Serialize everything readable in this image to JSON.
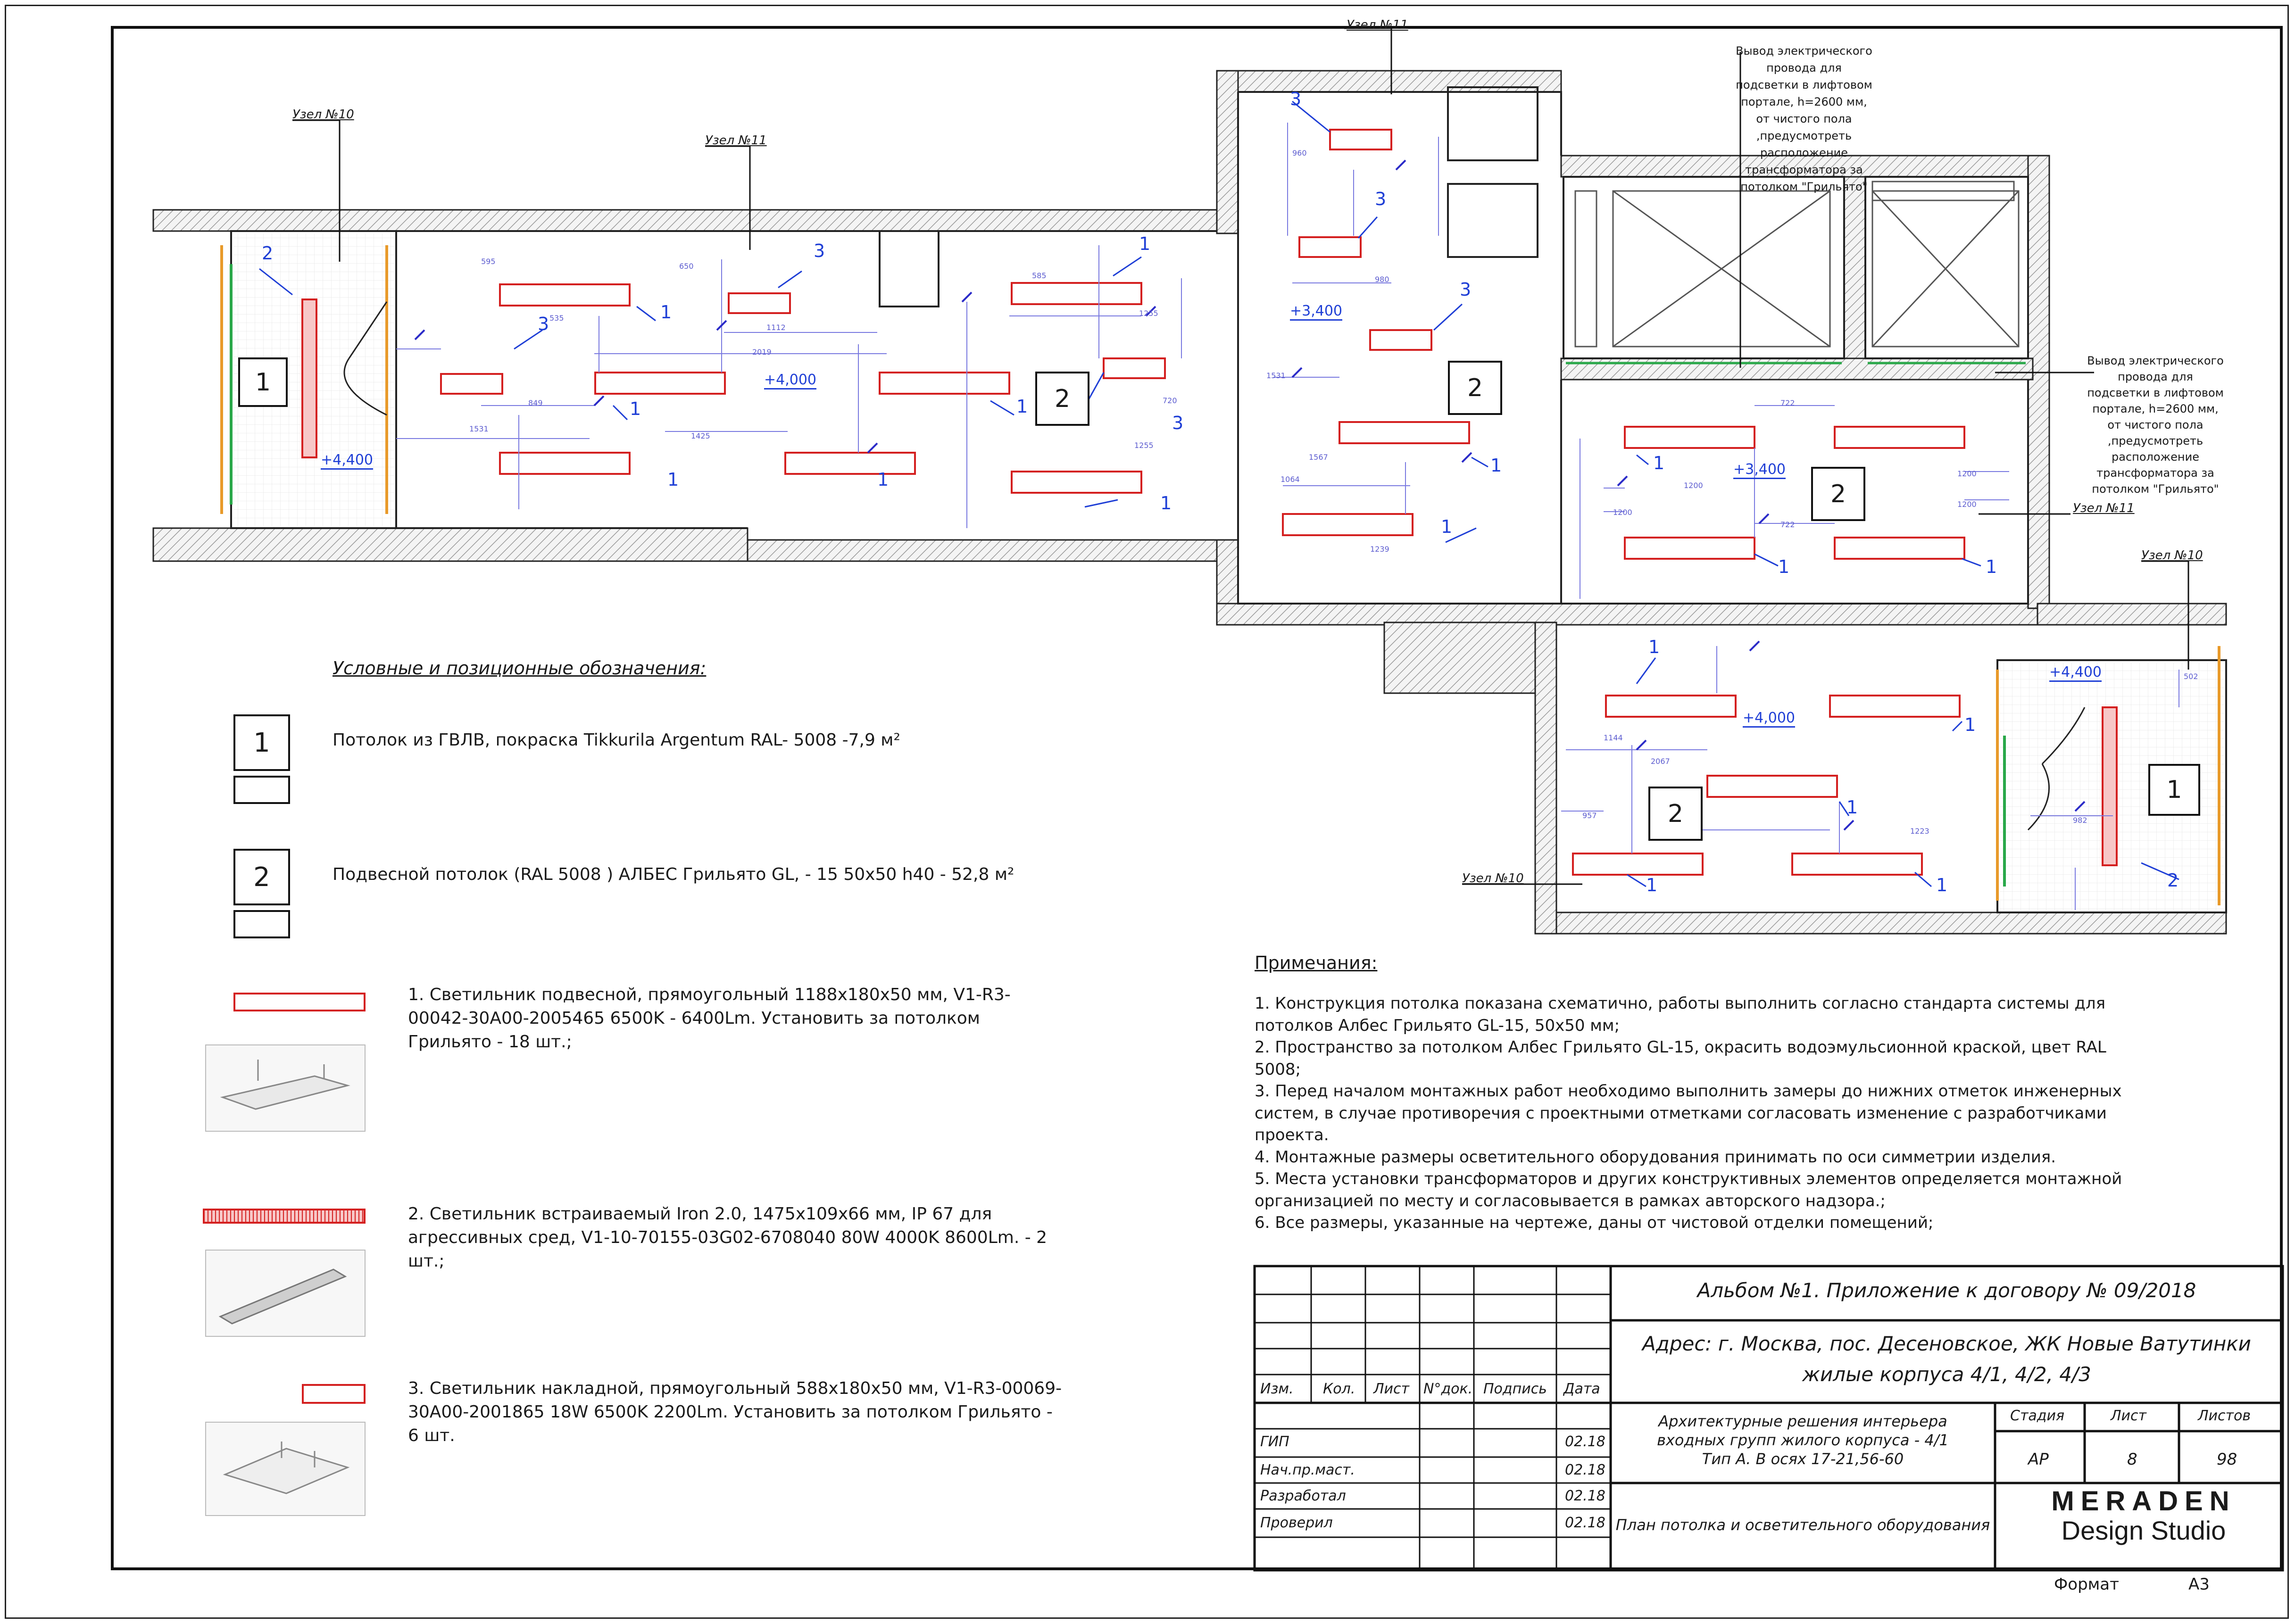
{
  "plan": {
    "node_labels": {
      "node10_left": "Узел №10",
      "node11_a": "Узел №11",
      "node11_top": "Узел №11",
      "node11_right": "Узел №11",
      "node10_right": "Узел №10",
      "node10_bottom": "Узел №10"
    },
    "zone_labels": {
      "z1": "1",
      "z2": "2"
    },
    "fixture_marks": {
      "m1": "1",
      "m2": "2",
      "m3": "3"
    },
    "elevations": {
      "e4400": "+4,400",
      "e4000": "+4,000",
      "e3400": "+3,400"
    },
    "callout_top": "Вывод электрического провода для подсветки в лифтовом портале, h=2600 мм, от чистого пола ,предусмотреть расположение трансформатора за потолком \"Грильято\"",
    "callout_right": "Вывод электрического провода для подсветки в лифтовом портале, h=2600 мм, от чистого пола ,предусмотреть расположение трансформатора за потолком \"Грильято\"",
    "colors": {
      "fixture": "#d42020",
      "mark": "#1f3fd6",
      "dim": "#6a6ad8",
      "wall": "#cfcfcf",
      "window": "#e89a2a",
      "glass": "#2aa84a"
    }
  },
  "legend": {
    "title": "Условные и позиционные обозначения:",
    "item1_num": "1",
    "item1_text": "Потолок из ГВЛВ, покраска Tikkurila Argentum RAL- 5008  -7,9 м²",
    "item2_num": "2",
    "item2_text": "Подвесной потолок (RAL 5008 ) АЛБЕС Грильято GL, - 15 50х50 h40  - 52,8 м²",
    "fixture1_text": "1. Светильник подвесной, прямоугольный 1188х180х50 мм, V1-R3-00042-30A00-2005465 6500K - 6400Lm. Установить за потолком Грильято  - 18 шт.;",
    "fixture2_text": "2. Светильник встраиваемый Iron 2.0, 1475х109х66 мм, IP 67 для агрессивных сред, V1-10-70155-03G02-6708040 80W 4000K 8600Lm. - 2 шт.;",
    "fixture3_text": "3. Светильник накладной, прямоугольный 588х180х50 мм, V1-R3-00069-30A00-2001865 18W 6500K 2200Lm. Установить за потолком Грильято - 6 шт."
  },
  "notes": {
    "title": "Примечания:",
    "items": [
      "1. Конструкция потолка показана схематично, работы выполнить согласно стандарта системы для потолков Албес Грильято GL-15, 50х50 мм;",
      "2. Пространство за потолком Албес Грильято GL-15, окрасить водоэмульсионной краской, цвет RAL 5008;",
      "3. Перед началом монтажных работ необходимо выполнить замеры до нижних отметок инженерных систем, в случае противоречия с проектными отметками согласовать изменение с разработчиками проекта.",
      "4. Монтажные размеры осветительного оборудования принимать по оси симметрии изделия.",
      "5. Места установки трансформаторов и других конструктивных элементов определяется монтажной организацией по месту и согласовывается в рамках авторского надзора.;",
      "6. Все размеры, указанные на чертеже, даны от чистовой отделки помещений;"
    ]
  },
  "title_block": {
    "album": "Альбом №1. Приложение к договору № 09/2018",
    "address_line1": "Адрес: г. Москва, пос. Десеновское, ЖК Новые Ватутинки",
    "address_line2": "жилые корпуса 4/1, 4/2, 4/3",
    "col_izm": "Изм.",
    "col_kol": "Кол.",
    "col_list": "Лист",
    "col_ndok": "N°док.",
    "col_podpis": "Подпись",
    "col_data": "Дата",
    "role1": "ГИП",
    "role2": "Нач.пр.маст.",
    "role3": "Разработал",
    "role4": "Проверил",
    "date": "02.18",
    "project_line1": "Архитектурные решения интерьера",
    "project_line2": "входных групп жилого корпуса  - 4/1",
    "project_line3": "Тип А. В осях 17-21,56-60",
    "sheet_title": "План потолка и осветительного оборудования",
    "stage_label": "Стадия",
    "sheet_label": "Лист",
    "sheets_label": "Листов",
    "stage": "АР",
    "sheet": "8",
    "sheets": "98",
    "brand_top": "MERADEN",
    "brand_bottom": "Design Studio"
  },
  "footer": {
    "format_label": "Формат",
    "format_value": "А3"
  }
}
